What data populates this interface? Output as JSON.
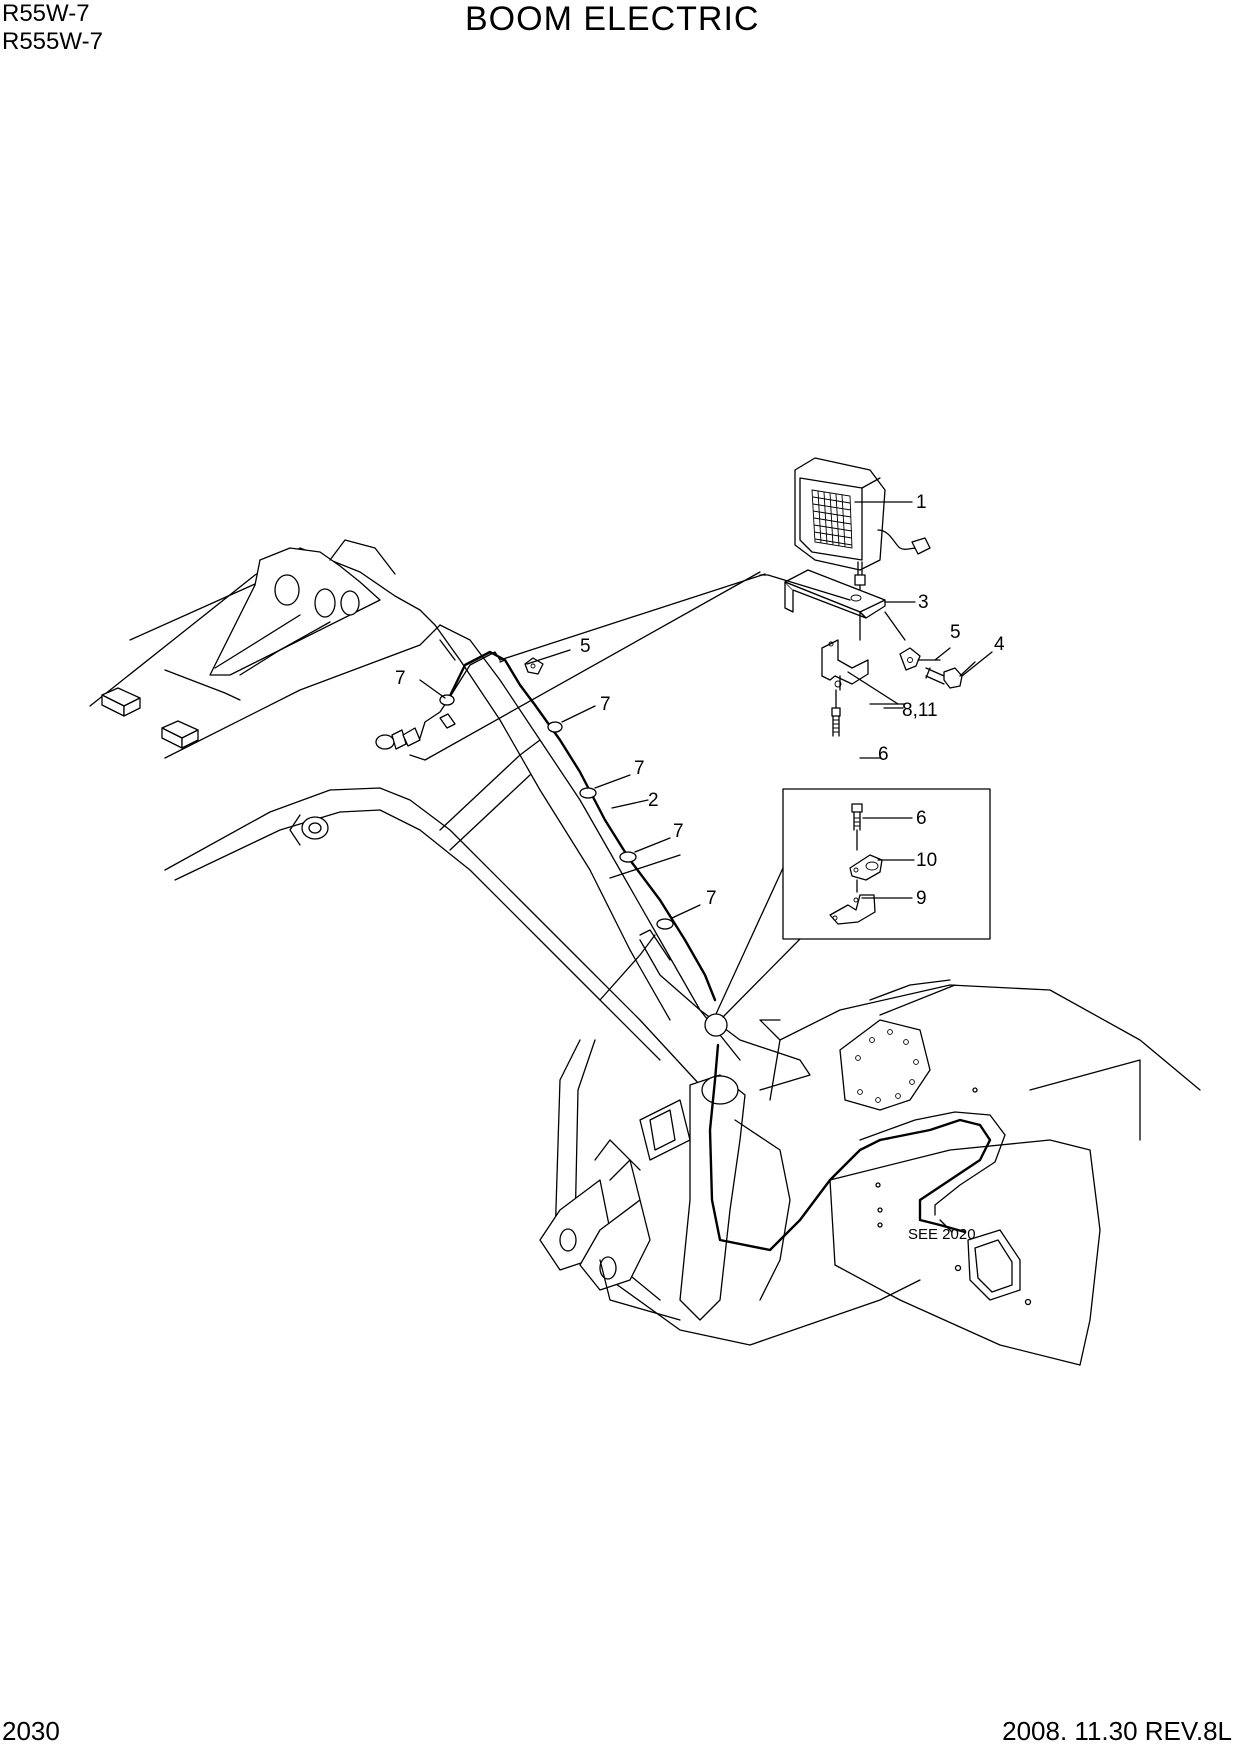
{
  "header": {
    "models": [
      "R55W-7",
      "R555W-7"
    ],
    "title": "BOOM ELECTRIC"
  },
  "footer": {
    "page_number": "2030",
    "revision": "2008. 11.30  REV.8L"
  },
  "diagram": {
    "callouts": [
      "1",
      "2",
      "3",
      "4",
      "5",
      "5",
      "6",
      "6",
      "7",
      "7",
      "7",
      "7",
      "7",
      "8,11",
      "9",
      "10"
    ],
    "reference_note": "SEE 2020"
  }
}
